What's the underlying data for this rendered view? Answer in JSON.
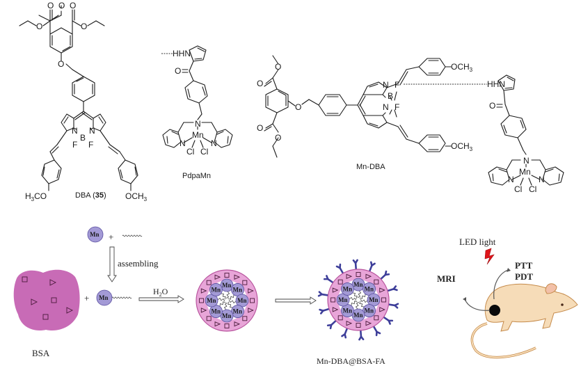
{
  "figure": {
    "top_panel": {
      "compounds": [
        {
          "id": "dba",
          "label": "DBA (",
          "label_bold": "35",
          "label_end": ")"
        },
        {
          "id": "pdpamn",
          "label": "PdpaMn"
        },
        {
          "id": "mn-dba",
          "label": "Mn-DBA"
        }
      ],
      "atoms": {
        "O": "O",
        "N": "N",
        "B": "B",
        "F": "F",
        "Mn": "Mn",
        "Cl": "Cl",
        "HHN": "HHN",
        "H3CO_H": "H",
        "H3CO_3": "3",
        "H3CO_CO": "CO",
        "OCH3_OCH": "OCH",
        "OCH3_3": "3"
      }
    },
    "bottom_panel": {
      "mn_label": "Mn",
      "plus": "+",
      "assembling": "assembling",
      "h2o_h": "H",
      "h2o_2": "2",
      "h2o_o": "O",
      "bsa_label": "BSA",
      "nanoparticle_label": "Mn-DBA@BSA-FA",
      "led_light": "LED light",
      "mri": "MRI",
      "ptt": "PTT",
      "pdt": "PDT"
    },
    "colors": {
      "bsa_pink": "#c86bb6",
      "shell_pink": "#e8a5d8",
      "mn_purple": "#a39ad6",
      "antibody_blue": "#3e3f9a",
      "therapy_red": "#e0141a",
      "mouse_body": "#f6dcb8",
      "mouse_outline": "#c58a4a"
    }
  }
}
